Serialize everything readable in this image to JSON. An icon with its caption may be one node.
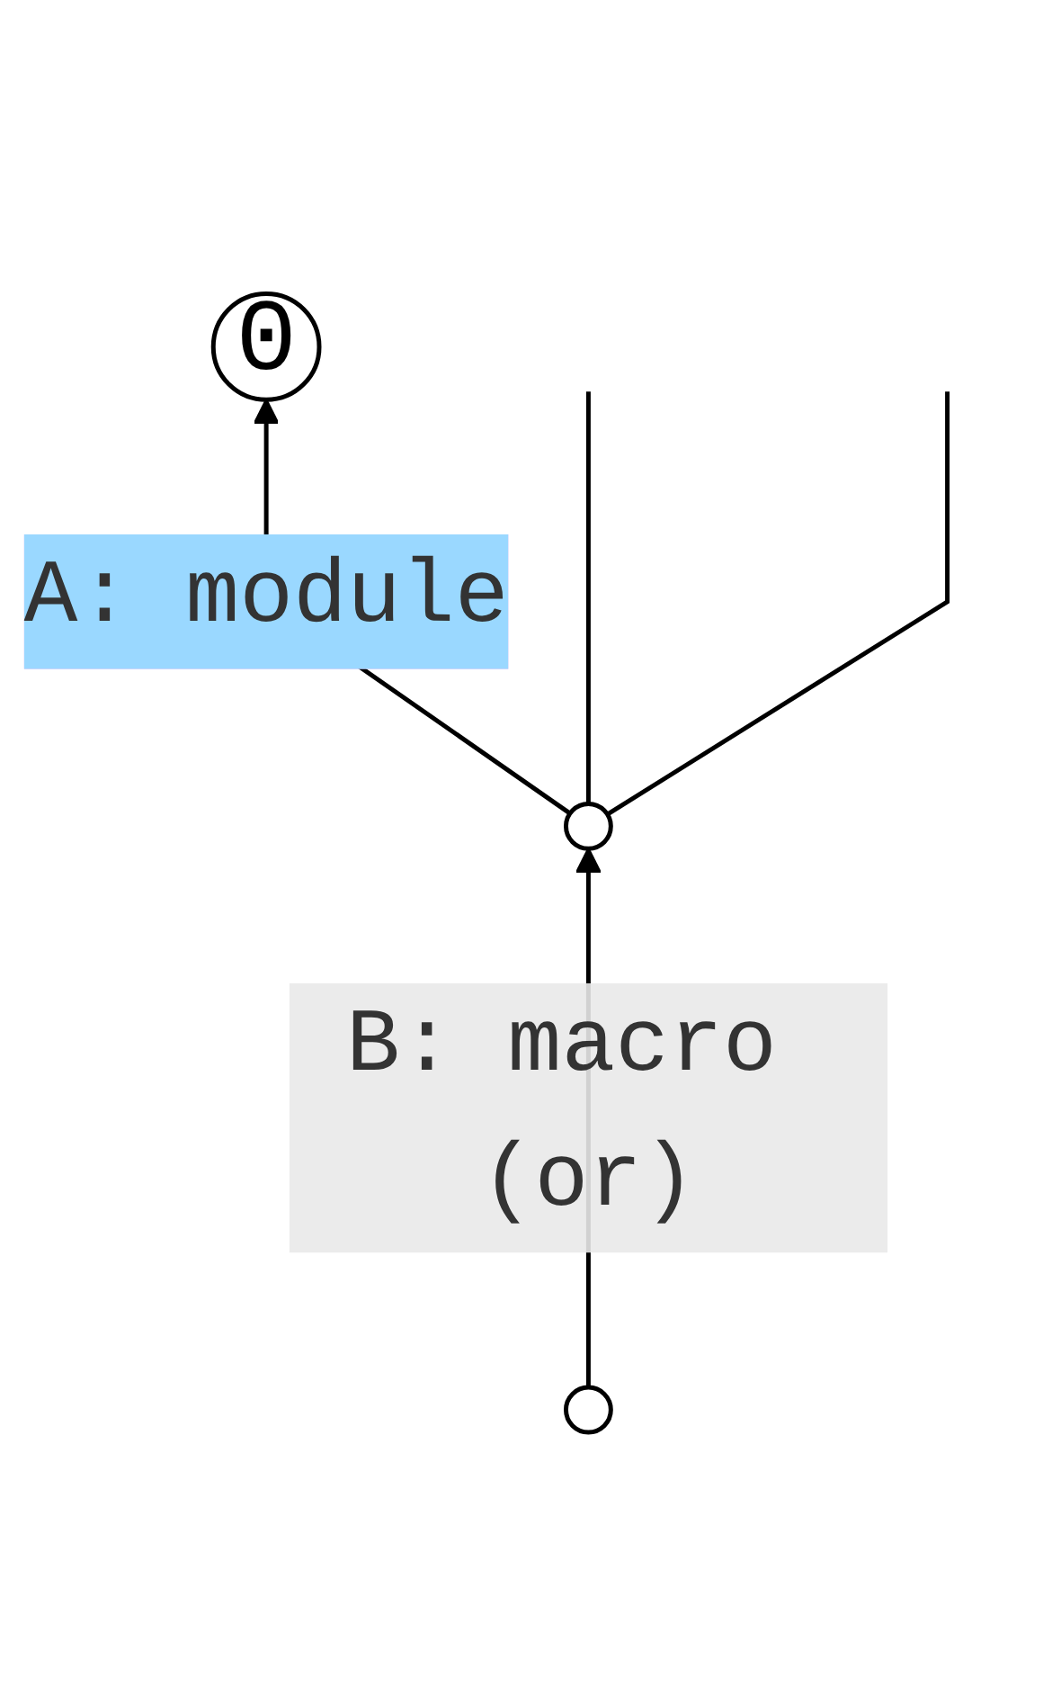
{
  "diagram": {
    "nodes": [
      {
        "text": [
          "0"
        ]
      },
      {
        "text": [],
        "shape": "circle"
      },
      {
        "text": [],
        "shape": "circle"
      }
    ],
    "edges": [
      {
        "from": 1,
        "to": 0,
        "arrow": "to",
        "label": "A: module"
      },
      {
        "from": 2,
        "to": 1,
        "arrow": "to",
        "label": "B: macro (or)"
      },
      {
        "from": 1,
        "to": null,
        "arrow": "none"
      },
      {
        "from": 1,
        "to": null,
        "arrow": "none"
      }
    ]
  }
}
